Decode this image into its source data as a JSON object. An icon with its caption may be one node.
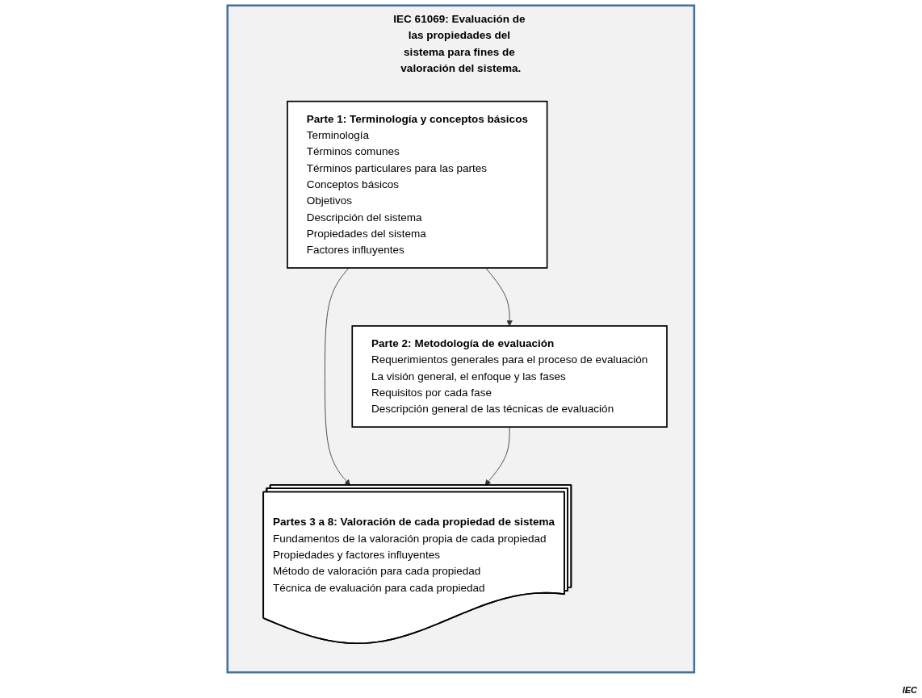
{
  "diagram": {
    "nodes": [
      {
        "text": [
          "IEC 61069: Evaluación de las propiedades del sistema para fines de valoración del sistema."
        ]
      },
      {
        "text": [
          "Parte 1: Terminología y conceptos básicos",
          "Terminología",
          "Términos comunes",
          "Términos particulares para las partes",
          "Conceptos básicos",
          "Objetivos",
          "Descripción del sistema",
          "Propiedades del sistema",
          "Factores influyentes"
        ],
        "in": 0
      },
      {
        "text": [
          "Parte 2: Metodología de evaluación",
          "Requerimientos generales para el proceso de evaluación",
          "La visión general, el enfoque y las fases",
          "Requisitos por cada fase",
          "Descripción general de las técnicas de evaluación"
        ],
        "in": 0
      },
      {
        "text": [
          "Partes 3 a 8: Valoración de cada propiedad de sistema",
          "Fundamentos de la valoración propia de cada propiedad",
          "Propiedades y factores influyentes",
          "Método de valoración para cada propiedad",
          "Técnica de evaluación para cada propiedad"
        ],
        "in": 0
      }
    ],
    "edges": [
      {
        "from": 1,
        "to": 2,
        "arrow": "to"
      },
      {
        "from": 1,
        "to": 3,
        "arrow": "to"
      },
      {
        "from": 2,
        "to": 3,
        "arrow": "to"
      }
    ],
    "labels": [
      "IEC"
    ]
  }
}
